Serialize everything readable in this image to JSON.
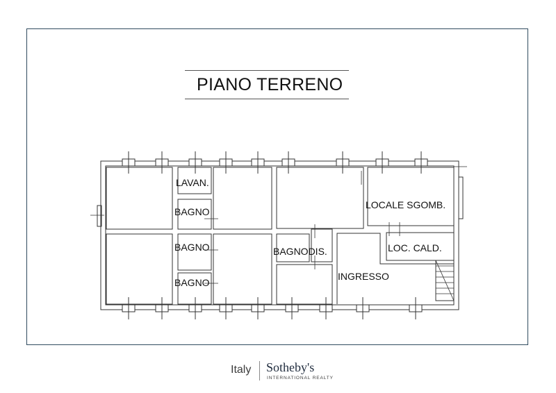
{
  "plan": {
    "title": "PIANO TERRENO",
    "rooms": {
      "lavanderia": "LAVAN.",
      "bagno_1": "BAGNO",
      "bagno_2": "BAGNO",
      "bagno_3": "BAGNO",
      "bagno_disabili": "BAGNODIS.",
      "locale_sgombero": "LOCALE SGOMB.",
      "locale_caldaia": "LOC. CALD.",
      "ingresso": "INGRESSO"
    }
  },
  "footer": {
    "country": "Italy",
    "brand": "Sotheby's",
    "brand_sub": "INTERNATIONAL REALTY"
  },
  "colors": {
    "frame": "#2f4a5e",
    "wall": "#333333",
    "brand": "#1f2b3d"
  }
}
